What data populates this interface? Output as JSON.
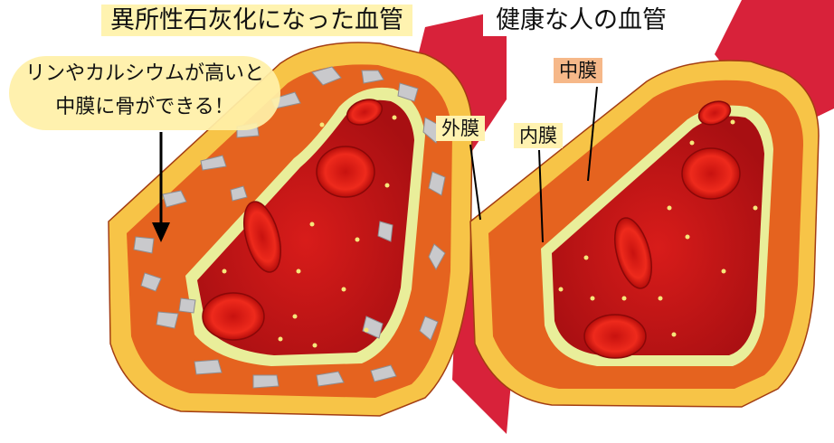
{
  "titles": {
    "calcified": "異所性石灰化になった血管",
    "healthy": "健康な人の血管"
  },
  "callout": {
    "line1": "リンやカルシウムが高いと",
    "line2": "中膜に骨ができる！"
  },
  "labels": {
    "media": "中膜",
    "adventitia": "外膜",
    "intima": "内膜"
  },
  "colors": {
    "vessel_outer": "#d8223a",
    "adventitia": "#f7c447",
    "media": "#e5631f",
    "intima": "#e9ee9a",
    "lumen": "#c8141a",
    "red_blood_cell": "#e01b16",
    "calcification": "#c9c9cc",
    "title_highlight": "#fff3b0",
    "media_tag": "#f6b889"
  },
  "icons": [
    "downward-arrow",
    "pointer-line"
  ]
}
